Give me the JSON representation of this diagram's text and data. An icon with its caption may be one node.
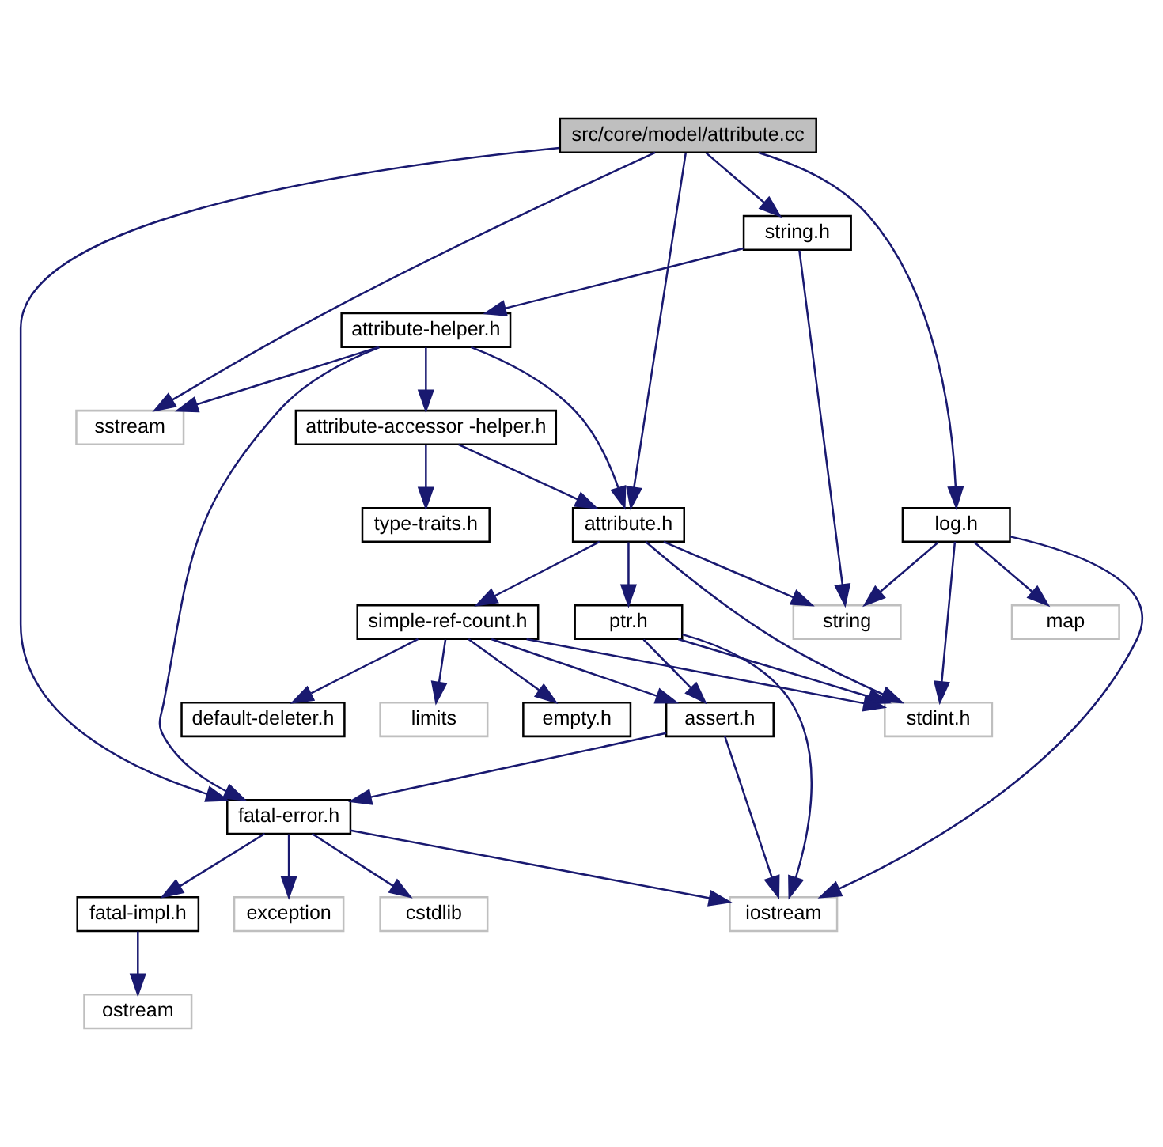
{
  "diagram": {
    "nodes": [
      {
        "text": [
          "src/core/model/attribute.cc"
        ]
      },
      {
        "text": [
          "string.h"
        ]
      },
      {
        "text": [
          "attribute-helper.h"
        ]
      },
      {
        "text": [
          "attribute-accessor -helper.h"
        ]
      },
      {
        "text": [
          "sstream"
        ]
      },
      {
        "text": [
          "log.h"
        ]
      },
      {
        "text": [
          "attribute.h"
        ]
      },
      {
        "text": [
          "type-traits.h"
        ]
      },
      {
        "text": [
          "map"
        ]
      },
      {
        "text": [
          "string"
        ]
      },
      {
        "text": [
          "ptr.h"
        ]
      },
      {
        "text": [
          "simple-ref-count.h"
        ]
      },
      {
        "text": [
          "stdint.h"
        ]
      },
      {
        "text": [
          "assert.h"
        ]
      },
      {
        "text": [
          "empty.h"
        ]
      },
      {
        "text": [
          "default-deleter.h"
        ]
      },
      {
        "text": [
          "limits"
        ]
      },
      {
        "text": [
          "fatal-error.h"
        ]
      },
      {
        "text": [
          "iostream"
        ]
      },
      {
        "text": [
          "exception"
        ]
      },
      {
        "text": [
          "cstdlib"
        ]
      },
      {
        "text": [
          "fatal-impl.h"
        ]
      },
      {
        "text": [
          "ostream"
        ]
      }
    ],
    "edges": [
      {
        "from": 0,
        "to": 5,
        "arrow": "to"
      },
      {
        "from": 0,
        "to": 1,
        "arrow": "to"
      },
      {
        "from": 0,
        "to": 6,
        "arrow": "to"
      },
      {
        "from": 0,
        "to": 4,
        "arrow": "to"
      },
      {
        "from": 0,
        "to": 17,
        "arrow": "to"
      },
      {
        "from": 1,
        "to": 2,
        "arrow": "to"
      },
      {
        "from": 1,
        "to": 9,
        "arrow": "to"
      },
      {
        "from": 2,
        "to": 6,
        "arrow": "to"
      },
      {
        "from": 2,
        "to": 3,
        "arrow": "to"
      },
      {
        "from": 2,
        "to": 4,
        "arrow": "to"
      },
      {
        "from": 2,
        "to": 17,
        "arrow": "to"
      },
      {
        "from": 3,
        "to": 6,
        "arrow": "to"
      },
      {
        "from": 3,
        "to": 7,
        "arrow": "to"
      },
      {
        "from": 5,
        "to": 8,
        "arrow": "to"
      },
      {
        "from": 5,
        "to": 9,
        "arrow": "to"
      },
      {
        "from": 5,
        "to": 12,
        "arrow": "to"
      },
      {
        "from": 5,
        "to": 18,
        "arrow": "to"
      },
      {
        "from": 6,
        "to": 9,
        "arrow": "to"
      },
      {
        "from": 6,
        "to": 12,
        "arrow": "to"
      },
      {
        "from": 6,
        "to": 10,
        "arrow": "to"
      },
      {
        "from": 6,
        "to": 11,
        "arrow": "to"
      },
      {
        "from": 10,
        "to": 12,
        "arrow": "to"
      },
      {
        "from": 10,
        "to": 13,
        "arrow": "to"
      },
      {
        "from": 10,
        "to": 18,
        "arrow": "to"
      },
      {
        "from": 11,
        "to": 12,
        "arrow": "to"
      },
      {
        "from": 11,
        "to": 13,
        "arrow": "to"
      },
      {
        "from": 11,
        "to": 14,
        "arrow": "to"
      },
      {
        "from": 11,
        "to": 15,
        "arrow": "to"
      },
      {
        "from": 11,
        "to": 16,
        "arrow": "to"
      },
      {
        "from": 13,
        "to": 18,
        "arrow": "to"
      },
      {
        "from": 13,
        "to": 17,
        "arrow": "to"
      },
      {
        "from": 17,
        "to": 18,
        "arrow": "to"
      },
      {
        "from": 17,
        "to": 19,
        "arrow": "to"
      },
      {
        "from": 17,
        "to": 20,
        "arrow": "to"
      },
      {
        "from": 17,
        "to": 21,
        "arrow": "to"
      },
      {
        "from": 21,
        "to": 22,
        "arrow": "to"
      }
    ]
  }
}
